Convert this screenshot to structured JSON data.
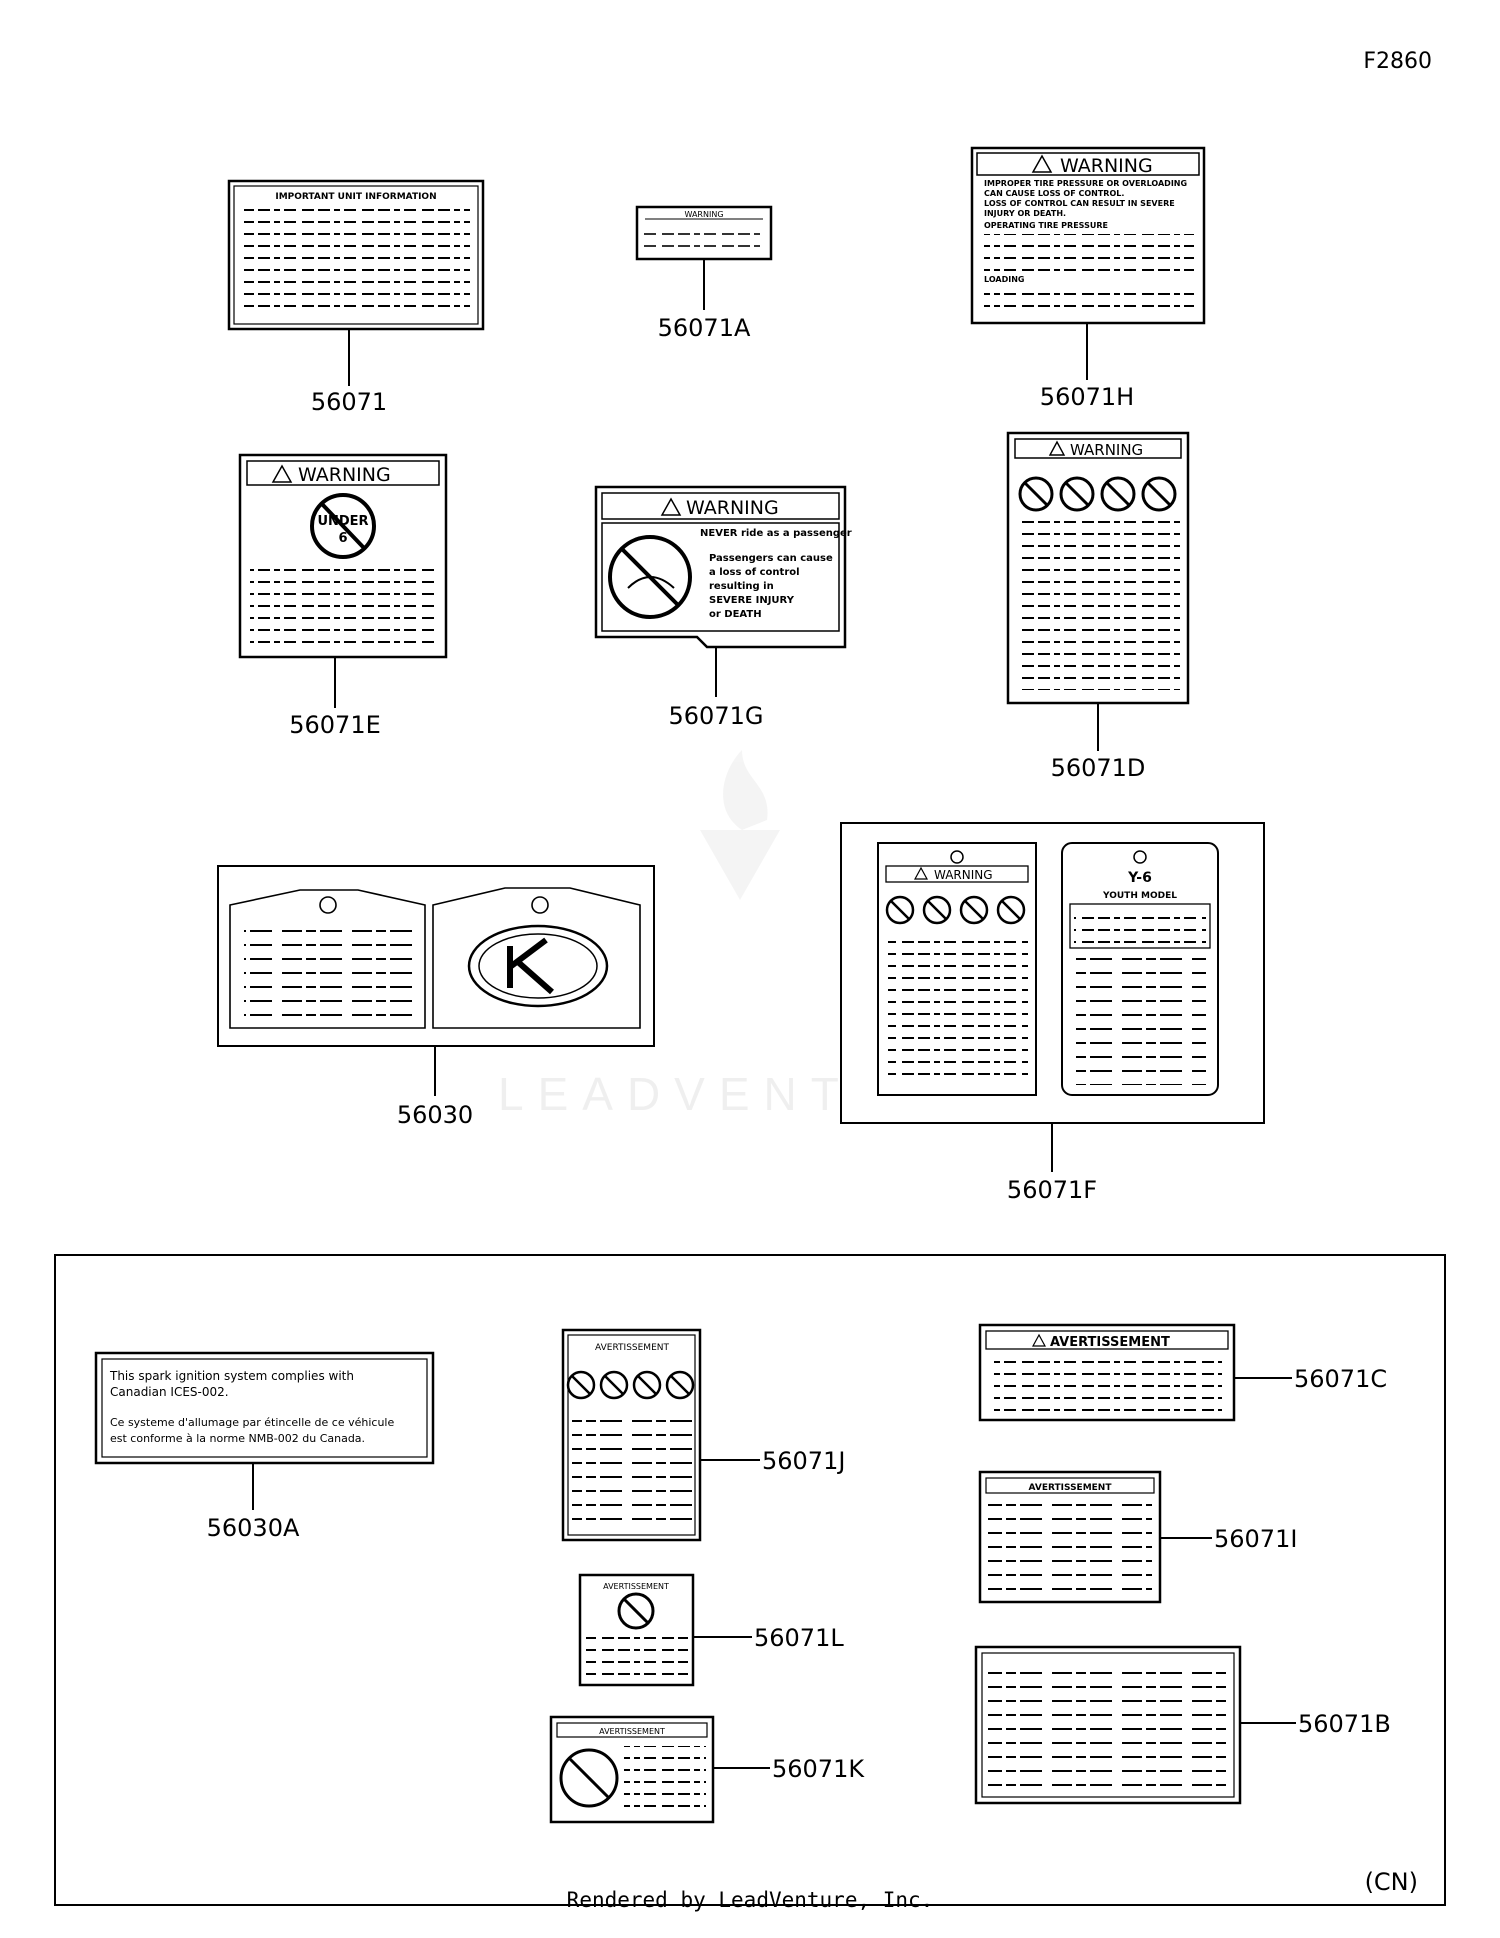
{
  "figure_id": "F2860",
  "region_code": "(CN)",
  "footer": "Rendered by LeadVenture, Inc.",
  "watermark": "LEADVENTURE",
  "warning_word": "WARNING",
  "avertissement_word": "AVERTISSEMENT",
  "youth_model_code": "Y-6",
  "youth_model_text": "YOUTH MODEL",
  "under_age_text": "UNDER",
  "under_age_number": "6",
  "important_title": "IMPORTANT UNIT INFORMATION",
  "label_56071g_lines": [
    "NEVER ride as a passenger",
    "Passengers can cause",
    "a loss of control",
    "resulting in",
    "SEVERE INJURY",
    "or DEATH"
  ],
  "label_56071h_lines": [
    "IMPROPER TIRE PRESSURE OR OVERLOADING",
    "CAN CAUSE LOSS OF CONTROL.",
    "LOSS OF CONTROL CAN RESULT IN SEVERE",
    "INJURY OR DEATH.",
    "OPERATING TIRE PRESSURE",
    "LOADING"
  ],
  "label_56030a_lines": [
    "This spark ignition system complies with",
    "Canadian ICES-002.",
    "Ce systeme d'allumage par étincelle de ce véhicule",
    "est conforme à la norme NMB-002 du Canada."
  ],
  "parts": {
    "p56071": "56071",
    "p56071a": "56071A",
    "p56071h": "56071H",
    "p56071e": "56071E",
    "p56071g": "56071G",
    "p56071d": "56071D",
    "p56030": "56030",
    "p56071f": "56071F",
    "p56030a": "56030A",
    "p56071j": "56071J",
    "p56071c": "56071C",
    "p56071i": "56071I",
    "p56071l": "56071L",
    "p56071k": "56071K",
    "p56071b": "56071B"
  }
}
